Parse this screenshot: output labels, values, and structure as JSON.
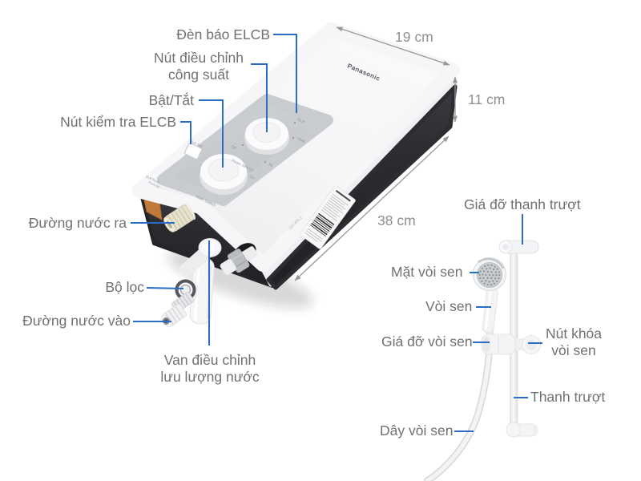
{
  "product": {
    "brand": "Panasonic",
    "model": "DH-4RL1"
  },
  "dimensions": {
    "width": "19 cm",
    "height": "11 cm",
    "depth": "38 cm"
  },
  "heater_callouts": {
    "elcb_lamp": "Đèn báo ELCB",
    "power_adjust_line1": "Nút điều chỉnh",
    "power_adjust_line2": "công suất",
    "on_off": "Bật/Tắt",
    "elcb_test": "Nút kiểm tra ELCB",
    "water_out": "Đường nước ra",
    "filter": "Bộ lọc",
    "water_in": "Đường nước vào",
    "flow_valve_line1": "Van điều chỉnh",
    "flow_valve_line2": "lưu lượng nước"
  },
  "shower_callouts": {
    "rail_holder": "Giá đỡ thanh trượt",
    "shower_face": "Mặt vòi sen",
    "shower_head": "Vòi sen",
    "head_holder": "Giá đỡ vòi sen",
    "lock_knob_line1": "Nút khóa",
    "lock_knob_line2": "vòi sen",
    "rail": "Thanh trượt",
    "hose": "Dây vòi sen"
  },
  "panel": {
    "elb": "ELB",
    "elb_test": "ELB Test",
    "main_switch": "Main Switch",
    "power_selector": "Power Selector",
    "off": "Off",
    "on": "On",
    "hi": "Hi",
    "med": "Med",
    "elb_reset": "ELB Reset",
    "push_up": "Push-Up"
  },
  "colors": {
    "callout_line": "#2b6cc4",
    "label_text": "#6f7174",
    "dimension_text": "#8d8f92",
    "panel_gray": "#c9cccf",
    "body_dark": "#2b2b2f",
    "accent_orange": "#c07a3b"
  }
}
